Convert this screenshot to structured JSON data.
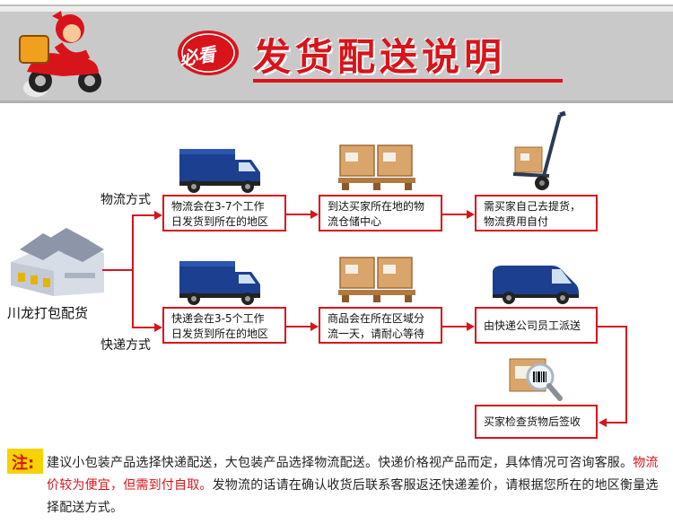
{
  "header": {
    "badge": "必看",
    "title": "发货配送说明"
  },
  "source": {
    "label": "川龙打包配货"
  },
  "logistics": {
    "label": "物流方式",
    "step1": [
      "物流会在3-7个工作",
      "日发货到所在的地区"
    ],
    "step2": [
      "到达买家所在地的物",
      "流仓储中心"
    ],
    "step3": [
      "需买家自己去提货，",
      "物流费用自付"
    ]
  },
  "express": {
    "label": "快递方式",
    "step1": [
      "快递会在3-5个工作",
      "日发货到所在的地区"
    ],
    "step2": [
      "商品会在所在区域分",
      "流一天，请耐心等待"
    ],
    "step3": [
      "由快递公司员工派送"
    ],
    "step4": [
      "买家检查货物后签收"
    ]
  },
  "note": {
    "badge": "注:",
    "text_before": "建议小包装产品选择快递配送，大包装产品选择物流配送。快递价格视产品而定，具体情况可咨询客服。",
    "highlight": "物流价较为便宜，但需到付自取。",
    "text_after": "发物流的话请在确认收货后联系客服返还快递差价，请根据您所在的地区衡量选择配送方式。"
  },
  "colors": {
    "accent": "#d8141b",
    "truck": "#1c3f8f",
    "banner": "#c9c9c9",
    "note_badge": "#f5d200"
  },
  "icons": [
    "delivery-courier-icon",
    "warehouse-icon",
    "truck-icon",
    "boxes-icon",
    "hand-truck-icon",
    "van-icon",
    "barcode-scan-icon"
  ]
}
